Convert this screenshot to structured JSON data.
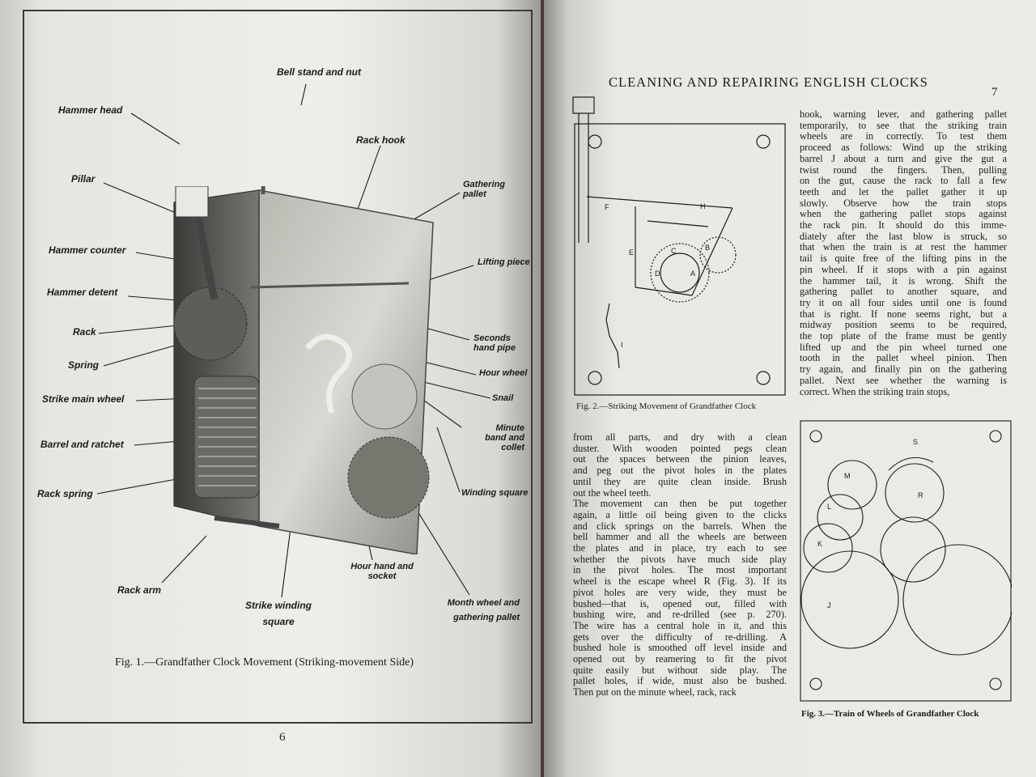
{
  "left_page": {
    "labels": {
      "bell_stand": "Bell stand and nut",
      "hammer_head": "Hammer head",
      "rack_hook": "Rack hook",
      "pillar": "Pillar",
      "gathering_pallet": "Gathering pallet",
      "hammer_counter": "Hammer counter",
      "lifting_piece": "Lifting piece",
      "hammer_detent": "Hammer detent",
      "rack": "Rack",
      "seconds_hand_pipe": "Seconds hand pipe",
      "spring": "Spring",
      "hour_wheel": "Hour wheel",
      "strike_main_wheel": "Strike main wheel",
      "snail": "Snail",
      "minute_band_and_collet": "Minute band and collet",
      "barrel_and_ratchet": "Barrel and ratchet",
      "winding_square": "Winding square",
      "rack_spring": "Rack spring",
      "hour_hand_and_socket": "Hour hand and socket",
      "rack_arm": "Rack arm",
      "strike_winding_square": "Strike winding square",
      "month_wheel": "Month wheel and gathering pallet"
    },
    "caption": "Fig. 1.—Grandfather Clock Movement (Striking-movement Side)",
    "page_number": "6"
  },
  "right_page": {
    "running_head": "CLEANING AND REPAIRING ENGLISH CLOCKS",
    "page_number": "7",
    "fig2_caption": "Fig. 2.—Striking Movement of Grandfather Clock",
    "fig3_caption": "Fig. 3.—Train of Wheels of Grandfather Clock",
    "fig2_letters": [
      "F",
      "H",
      "E",
      "C",
      "B",
      "D",
      "A",
      "I"
    ],
    "fig3_letters": [
      "S",
      "M",
      "R",
      "L",
      "K",
      "J"
    ],
    "column_right_top": [
      "hook, warning lever, and gathering pallet",
      "temporarily, to see that the striking train",
      "wheels are in correctly. To test them",
      "proceed as follows: Wind up the striking",
      "barrel J about a turn and give the gut a",
      "twist round the fingers. Then, pulling",
      "on the gut, cause the rack to fall a few",
      "teeth and let the pallet gather it up",
      "slowly. Observe how the train stops",
      "when the gathering pallet stops against",
      "the rack pin. It should do this imme-",
      "diately after the last blow is struck, so",
      "that when the train is at rest the hammer",
      "tail is quite free of the lifting pins in the",
      "pin wheel. If it stops with a pin against",
      "the hammer tail, it is wrong. Shift the",
      "gathering pallet to another square, and",
      "try it on all four sides until one is found",
      "that is right. If none seems right, but a",
      "midway position seems to be required,",
      "the top plate of the frame must be gently",
      "lifted up and the pin wheel turned one",
      "tooth in the pallet wheel pinion. Then",
      "try again, and finally pin on the gathering",
      "pallet. Next see whether the warning is",
      "correct. When the striking train stops,"
    ],
    "column_left_bottom": [
      "from all parts, and dry with a clean",
      "duster. With wooden pointed pegs clean",
      "out the spaces between the pinion leaves,",
      "and peg out the pivot holes in the plates",
      "until they are quite clean inside. Brush",
      "out the wheel teeth.",
      "The movement can then be put together",
      "again, a little oil being given to the clicks",
      "and click springs on the barrels. When the",
      "bell hammer and all the wheels are between",
      "the plates and in place, try each to see",
      "whether the pivots have much side play",
      "in the pivot holes. The most important",
      "wheel is the escape wheel R (Fig. 3). If its",
      "pivot holes are very wide, they must be",
      "bushed—that is, opened out, filled with",
      "bushing wire, and re-drilled (see p. 270).",
      "The wire has a central hole in it, and this",
      "gets over the difficulty of re-drilling. A",
      "bushed hole is smoothed off level inside and",
      "opened out by reamering to fit the pivot",
      "quite easily but without side play. The",
      "pallet holes, if wide, must also be bushed.",
      "Then put on the minute wheel, rack, rack"
    ]
  }
}
